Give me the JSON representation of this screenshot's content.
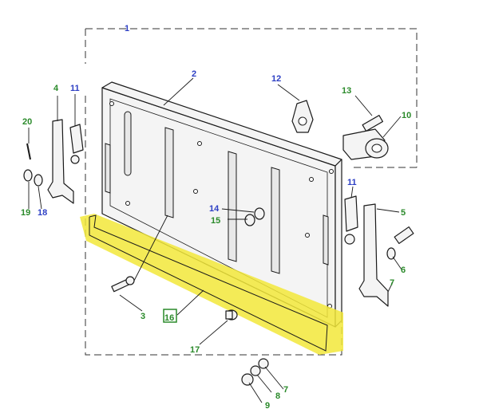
{
  "colors": {
    "label_blue": "#2d3fc4",
    "label_green": "#2a8a2a",
    "highlight": "#f2e83a",
    "line": "#1a1a1a"
  },
  "callouts": [
    {
      "id": "c1",
      "text": "1",
      "color": "blue"
    },
    {
      "id": "c2",
      "text": "2",
      "color": "blue"
    },
    {
      "id": "c3",
      "text": "3",
      "color": "green"
    },
    {
      "id": "c4",
      "text": "4",
      "color": "green"
    },
    {
      "id": "c5",
      "text": "5",
      "color": "green"
    },
    {
      "id": "c6",
      "text": "6",
      "color": "green"
    },
    {
      "id": "c7a",
      "text": "7",
      "color": "green"
    },
    {
      "id": "c7b",
      "text": "7",
      "color": "green"
    },
    {
      "id": "c8",
      "text": "8",
      "color": "green"
    },
    {
      "id": "c9",
      "text": "9",
      "color": "green"
    },
    {
      "id": "c10",
      "text": "10",
      "color": "green"
    },
    {
      "id": "c11a",
      "text": "11",
      "color": "blue"
    },
    {
      "id": "c11b",
      "text": "11",
      "color": "blue"
    },
    {
      "id": "c12",
      "text": "12",
      "color": "blue"
    },
    {
      "id": "c13",
      "text": "13",
      "color": "green"
    },
    {
      "id": "c14",
      "text": "14",
      "color": "blue"
    },
    {
      "id": "c15",
      "text": "15",
      "color": "green"
    },
    {
      "id": "c16",
      "text": "16",
      "color": "green"
    },
    {
      "id": "c17",
      "text": "17",
      "color": "green"
    },
    {
      "id": "c18",
      "text": "18",
      "color": "blue"
    },
    {
      "id": "c19",
      "text": "19",
      "color": "green"
    },
    {
      "id": "c20",
      "text": "20",
      "color": "green"
    }
  ]
}
